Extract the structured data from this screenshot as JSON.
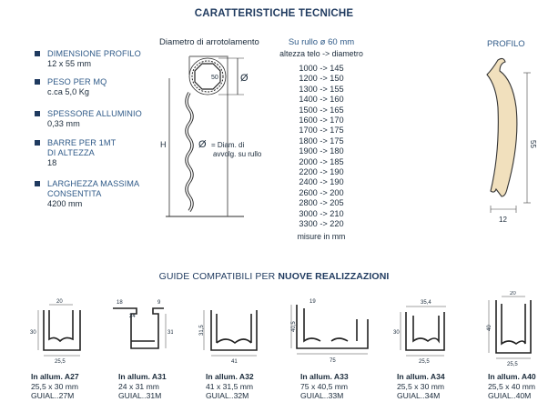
{
  "title": "CARATTERISTICHE TECNICHE",
  "specs": [
    {
      "label": "DIMENSIONE PROFILO",
      "value": "12 x 55 mm"
    },
    {
      "label": "PESO PER MQ",
      "value": "c.ca 5,0 Kg"
    },
    {
      "label": "SPESSORE ALLUMINIO",
      "value": "0,33 mm"
    },
    {
      "label": "BARRE PER 1MT",
      "label2": "DI ALTEZZA",
      "value": "18"
    },
    {
      "label": "LARGHEZZA MASSIMA",
      "label2": "CONSENTITA",
      "value": "4200 mm"
    }
  ],
  "diagram": {
    "heading": "Diametro di arrotolamento",
    "diameter_label": "50",
    "phi_symbol": "Ø",
    "height_label": "H",
    "legend_symbol": "Ø",
    "legend_line1": "= Diam. di",
    "legend_line2": "avvolg. su rullo"
  },
  "roll_table": {
    "heading": "Su rullo ø 60 mm",
    "subheading": "altezza telo -> diametro",
    "rows": [
      "1000 -> 145",
      "1200 -> 150",
      "1300 -> 155",
      "1400 -> 160",
      "1500 -> 165",
      "1600 -> 170",
      "1700 -> 175",
      "1800 -> 175",
      "1900 -> 180",
      "2000 -> 185",
      "2200 -> 190",
      "2400 -> 190",
      "2600 -> 200",
      "2800 -> 205",
      "3000 -> 210",
      "3300 -> 220"
    ],
    "footer": "misure in mm"
  },
  "profile": {
    "heading": "PROFILO",
    "height": "55",
    "width": "12"
  },
  "guides_title_prefix": "GUIDE COMPATIBILI PER ",
  "guides_title_bold": "NUOVE REALIZZAZIONI",
  "guides": [
    {
      "name": "In allum. A27",
      "size": "25,5 x 30 mm",
      "code": "GUIAL..27M",
      "dims": [
        "20",
        "30",
        "25,5"
      ]
    },
    {
      "name": "In allum. A31",
      "size": "24 x 31 mm",
      "code": "GUIAL..31M",
      "dims": [
        "18",
        "9",
        "31",
        "24"
      ]
    },
    {
      "name": "In allum. A32",
      "size": "41 x 31,5 mm",
      "code": "GUIAL..32M",
      "dims": [
        "31,5",
        "41"
      ]
    },
    {
      "name": "In allum. A33",
      "size": "75 x 40,5 mm",
      "code": "GUIAL..33M",
      "dims": [
        "19",
        "40,5",
        "75"
      ]
    },
    {
      "name": "In allum. A34",
      "size": "25,5 x 30 mm",
      "code": "GUIAL..34M",
      "dims": [
        "35,4",
        "30",
        "25,5"
      ]
    },
    {
      "name": "In allum. A40",
      "size": "25,5 x 40 mm",
      "code": "GUIAL..40M",
      "dims": [
        "20",
        "40",
        "25,5"
      ]
    }
  ]
}
